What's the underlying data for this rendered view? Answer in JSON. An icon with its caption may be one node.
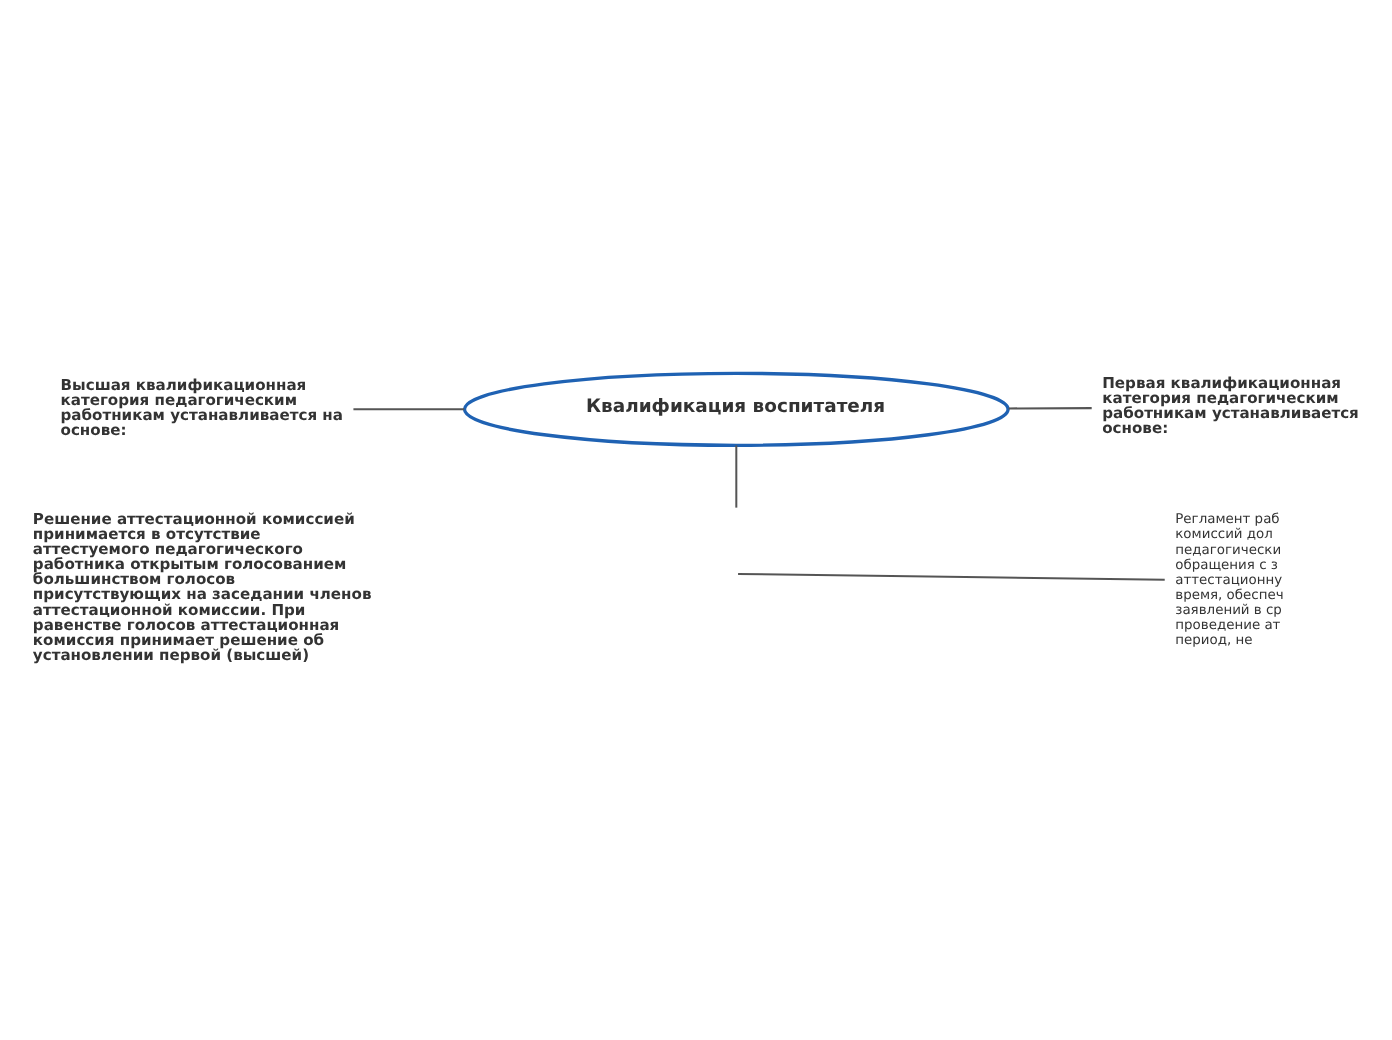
{
  "diagram": {
    "nodes": [
      {
        "text": [
          "Первая квалификационная категория педагогическим работникам устанавливается основе:"
        ]
      },
      {
        "text": [
          "Высшая квалификационная категория педагогическим работникам устанавливается на основе:"
        ]
      },
      {
        "text": [
          "Квалификация воспитателя"
        ]
      },
      {
        "text": [
          "Решение аттестационной комиссией принимается в отсутствие аттестуемого педагогического работника открытым голосованием большинством голосов присутствующих на заседании членов аттестационной комиссии. При равенстве голосов аттестационная комиссия принимает решение об установлении первой (высшей)"
        ]
      },
      {
        "text": [
          "Регламент раб комиссий дол педагогически обращения с з аттестационну время, обеспеч заявлений в ср проведение ат период, не"
        ]
      }
    ],
    "edges": [
      {
        "from": 1,
        "to": 2,
        "arrow": "none"
      },
      {
        "from": 2,
        "to": 0,
        "arrow": "none"
      },
      {
        "from": 2,
        "to": null,
        "arrow": "none"
      },
      {
        "from": null,
        "to": 4,
        "arrow": "none"
      }
    ]
  }
}
